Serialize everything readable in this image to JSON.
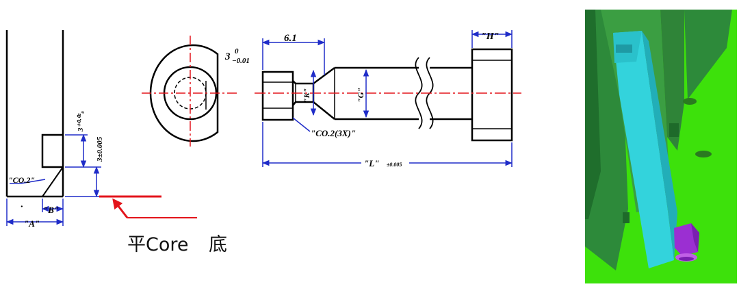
{
  "colors": {
    "background": "#ffffff",
    "outline": "#000000",
    "dimension": "#1f2cc8",
    "centerline": "#e3141b",
    "arrow": "#e3141b",
    "render_green_bg": "#3de10b",
    "render_dark_green": "#2d8a3a",
    "render_mid_green": "#48a34b",
    "render_cyan": "#33d3dc",
    "render_purple": "#9b2fd2"
  },
  "left_view": {
    "chamfer_label": "\"CO.2\"",
    "dim_b_label": "\"B\"",
    "dim_a_label": "\"A\"",
    "dim_height_label": "3±0.005",
    "dim_slot_label": "3⁺⁰·⁰²₀",
    "dot_mark": "·"
  },
  "end_view": {
    "tol_base": "3",
    "tol_upper": "0",
    "tol_lower": "−0.01"
  },
  "side_view": {
    "dim_length_top": "6.1",
    "dim_head_label": "\"H\"",
    "dim_neck_label": "\"K\"",
    "dim_shank_label": "\"G\"",
    "chamfer_label": "\"CO.2(3X)\"",
    "dim_total_label": "\"L\"",
    "dim_total_tol": "±0.005"
  },
  "caption": {
    "text_main": "平Core",
    "text_end": "底"
  },
  "render": {
    "icon": "3d-ejector-assembly-render"
  }
}
